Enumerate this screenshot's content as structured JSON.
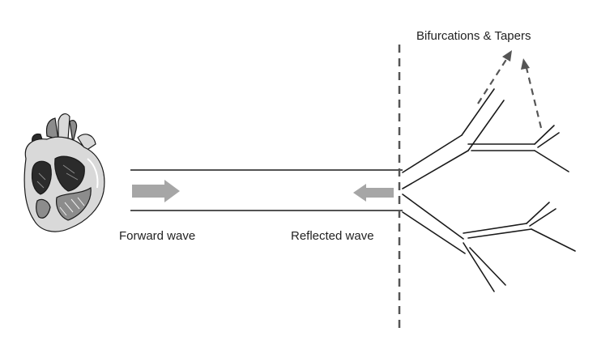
{
  "labels": {
    "bifurcations": "Bifurcations & Tapers",
    "forward": "Forward wave",
    "reflected": "Reflected wave"
  },
  "colors": {
    "line": "#1a1a1a",
    "dashed": "#555555",
    "arrow_fill": "#a6a6a6",
    "heart_dark": "#2b2b2b",
    "heart_mid": "#8c8c8c",
    "heart_light": "#d9d9d9"
  },
  "icons": {
    "heart": "anatomical-heart-icon",
    "forward_arrow": "right-arrow-icon",
    "reflected_arrow": "left-arrow-icon"
  }
}
